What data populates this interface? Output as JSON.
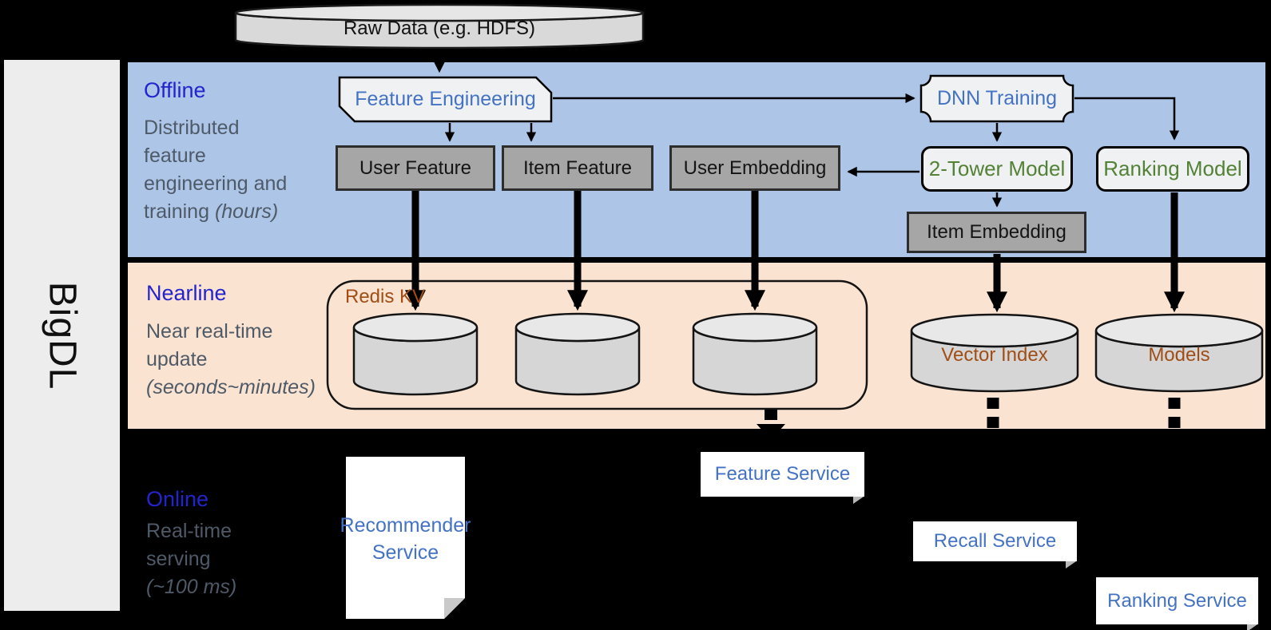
{
  "title_sidebar": "BigDL",
  "sections": {
    "offline": {
      "label": "Offline",
      "desc_lines": [
        "Distributed",
        "feature",
        "engineering and"
      ],
      "desc_plain": "training ",
      "desc_italic": "(hours)"
    },
    "nearline": {
      "label": "Nearline",
      "desc_lines": [
        "Near real-time",
        "update"
      ],
      "desc_italic": "(seconds~minutes)"
    },
    "online": {
      "label": "Online",
      "desc_lines": [
        "Real-time",
        "serving"
      ],
      "desc_italic": "(~100 ms)"
    }
  },
  "nodes": {
    "raw_data": "Raw Data (e.g. HDFS)",
    "feature_engineering": "Feature Engineering",
    "user_feature": "User Feature",
    "item_feature": "Item Feature",
    "user_embedding": "User Embedding",
    "dnn_training": "DNN Training",
    "two_tower_model": "2-Tower Model",
    "ranking_model": "Ranking Model",
    "item_embedding": "Item Embedding",
    "redis_kv": "Redis KV",
    "vector_index": "Vector Index",
    "models": "Models",
    "recommender_service": "Recommender Service",
    "feature_service": "Feature Service",
    "recall_service": "Recall Service",
    "ranking_service": "Ranking Service"
  },
  "colors": {
    "background": "#000000",
    "offline_band": "#adc5e7",
    "nearline_band": "#fbe3d1",
    "sidebar": "#ededed",
    "section_label_blue": "#2424cf",
    "section_desc_gray": "#4e5a68",
    "node_text_blue": "#4472c4",
    "node_text_green": "#538135",
    "storage_text_brown": "#a04e16",
    "gray_box": "#a6a6a6",
    "light_box": "#eff1f3",
    "cylinder_gray": "#d6d6d6",
    "service_box": "#ffffff"
  }
}
